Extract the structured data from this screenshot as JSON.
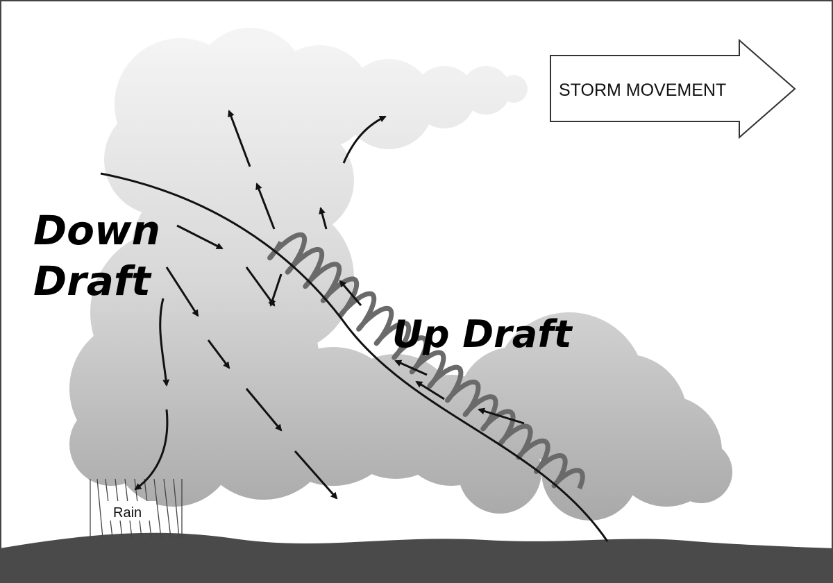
{
  "labels": {
    "down_draft_line1": "Down",
    "down_draft_line2": "Draft",
    "up_draft": "Up Draft",
    "storm_movement": "STORM MOVEMENT",
    "rain": "Rain"
  },
  "colors": {
    "cloud_light": "#f2f2f2",
    "cloud_dark": "#b4b4b4",
    "ground": "#4a4a4a",
    "updraft_coil": "#6a6a6a",
    "arrows": "#111111"
  }
}
